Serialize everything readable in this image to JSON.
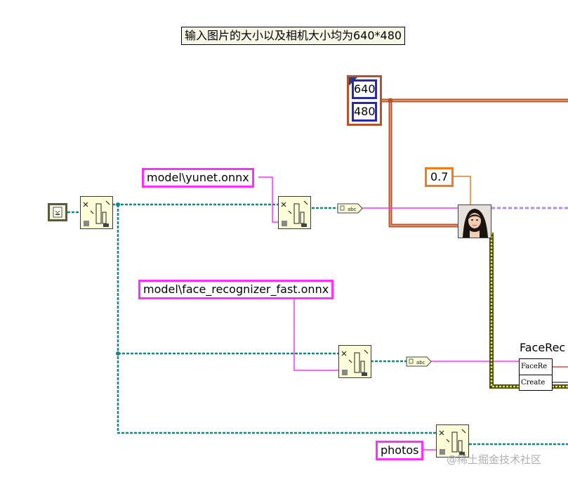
{
  "diagram": {
    "title_label": "输入图片的大小以及相机大小均为640*480",
    "array_constant": {
      "values": [
        "640",
        "480"
      ]
    },
    "numeric_threshold": "0.7",
    "path_constants": {
      "yunet": "model\\yunet.onnx",
      "face_recognizer": "model\\face_recognizer_fast.onnx",
      "photos": "photos"
    },
    "face_node": {
      "label": "FaceRec",
      "row1": "FaceRe",
      "row2": "Create"
    }
  },
  "watermark": "@稀土掘金技术社区",
  "colors": {
    "string_wire": "#ff30ff",
    "path_wire": "#0a8a8a",
    "array_wire": "#b5532a",
    "numeric": "#f07d18",
    "cluster_wire": "#8a8a1a",
    "subvi_bg": "#fdfcd8"
  },
  "icons": [
    "file-path-control-icon",
    "build-path-subvi-icon",
    "path-to-string-icon",
    "face-detector-icon",
    "face-recognizer-create-icon"
  ]
}
